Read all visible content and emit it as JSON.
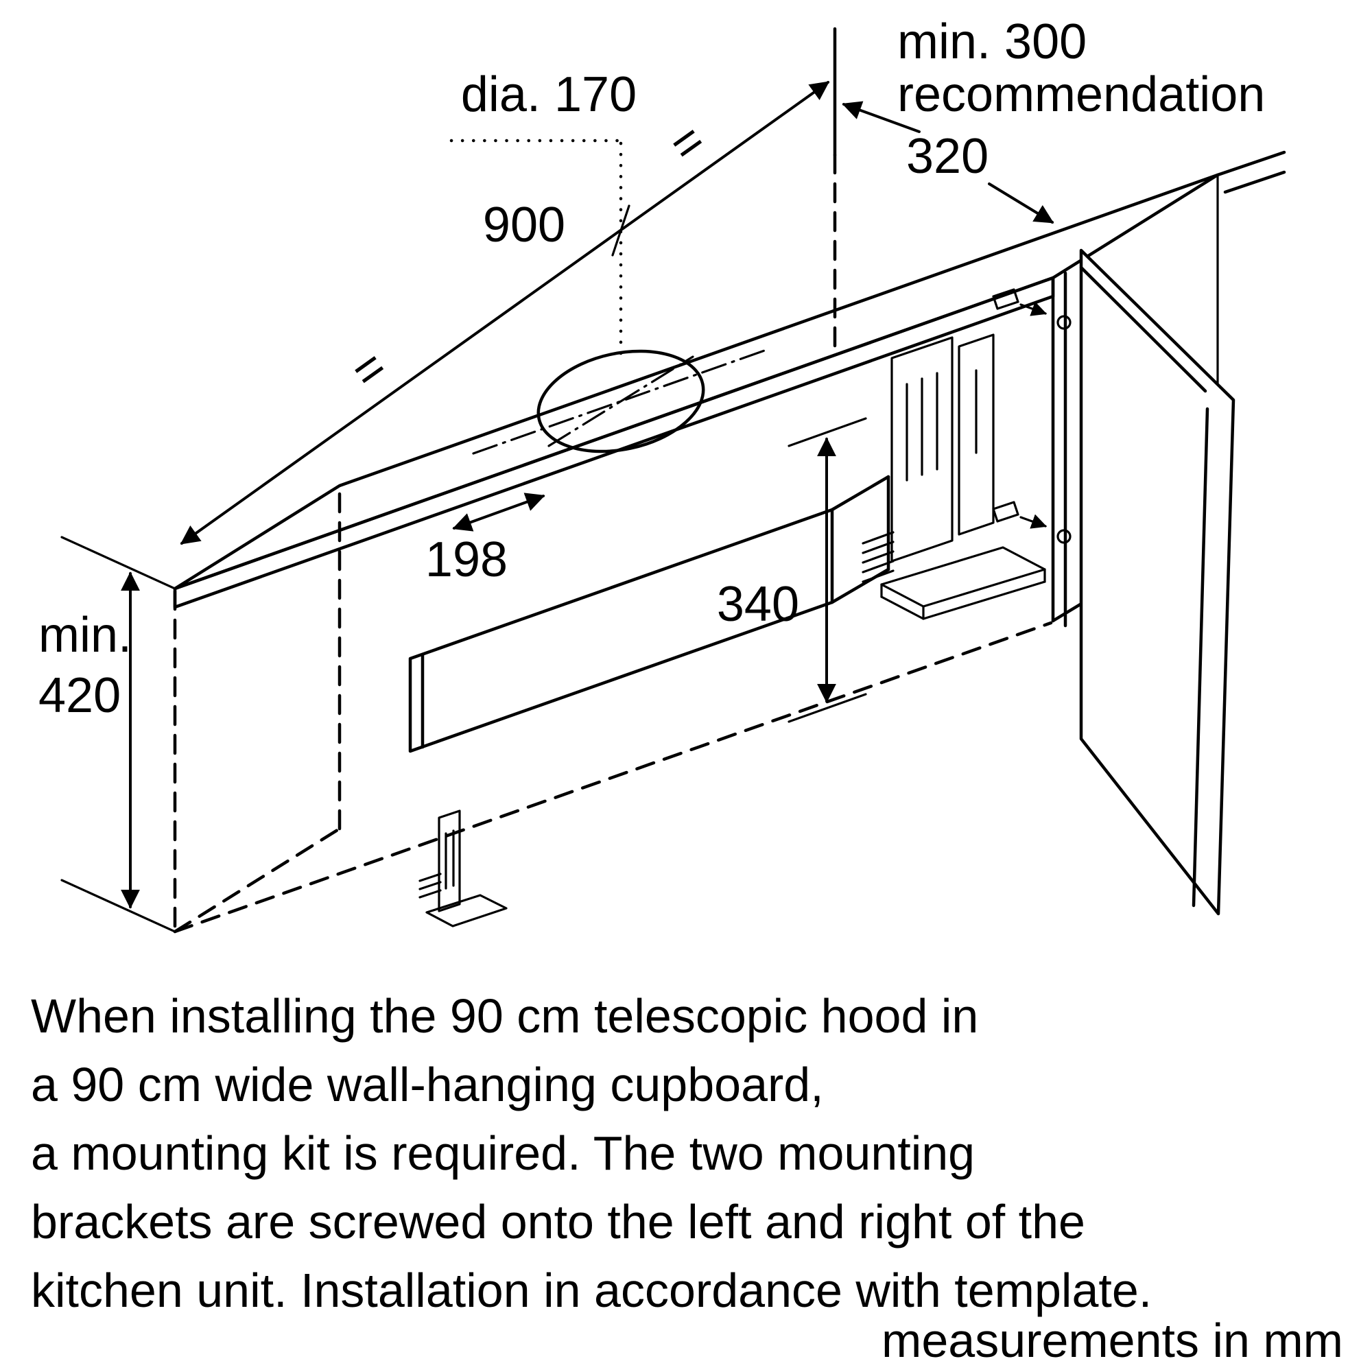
{
  "diagram": {
    "title": "Telescopic hood installation in wall-hanging cupboard",
    "labels": {
      "hole_diameter": "dia. 170",
      "min_depth": "min. 300",
      "recommendation": "recommendation",
      "depth_recommended": "320",
      "width": "900",
      "hole_offset": "198",
      "bracket_height": "340",
      "min_prefix": "min.",
      "front_height": "420",
      "equals": "="
    },
    "note": {
      "lines": [
        "When installing the 90 cm telescopic hood in",
        "a 90 cm wide wall-hanging cupboard,",
        "a mounting kit is required. The two mounting",
        "brackets are screwed onto the left and right of the",
        "kitchen unit. Installation in accordance with template."
      ],
      "units": "measurements in mm"
    },
    "colors": {
      "line": "#000000",
      "background": "#ffffff"
    }
  }
}
